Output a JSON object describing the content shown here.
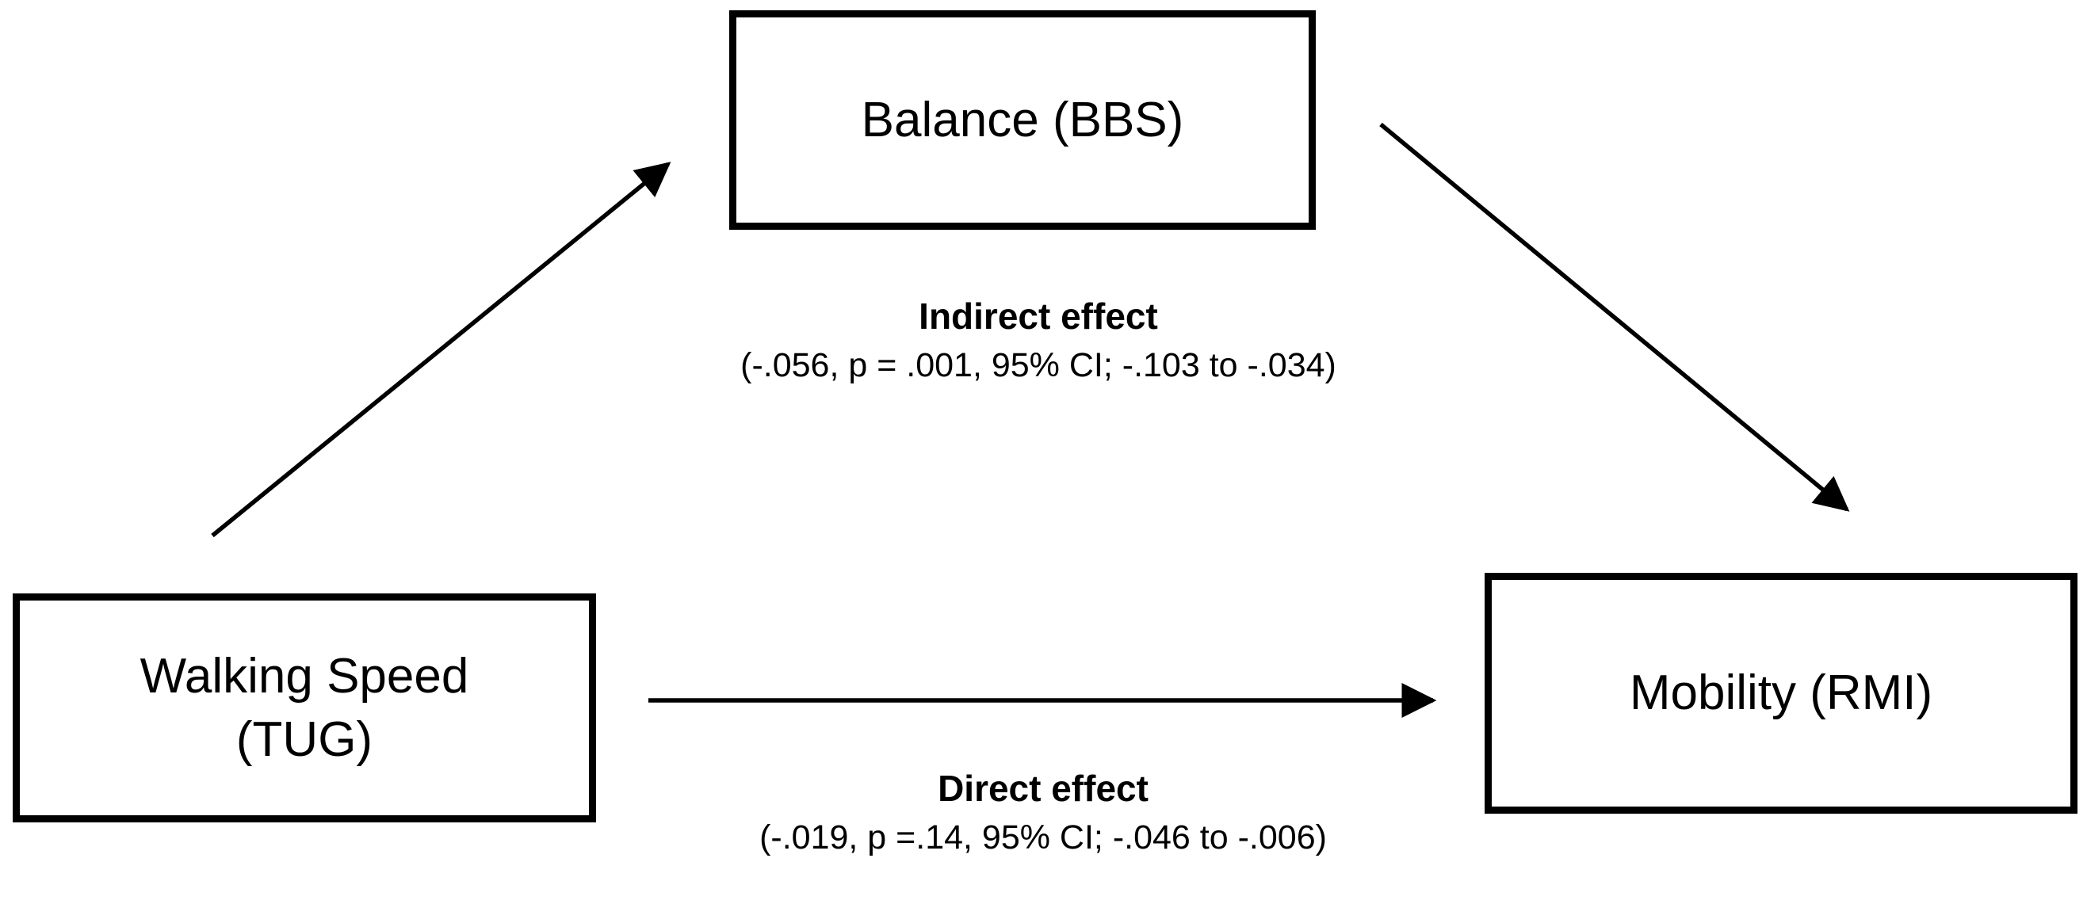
{
  "diagram": {
    "nodes": {
      "predictor": {
        "label_line1": "Walking Speed",
        "label_line2": "(TUG)"
      },
      "mediator": {
        "label": "Balance (BBS)"
      },
      "outcome": {
        "label": "Mobility (RMI)"
      }
    },
    "effects": {
      "indirect": {
        "title": "Indirect effect",
        "detail": "(-.056, p = .001, 95% CI; -.103 to -.034)"
      },
      "direct": {
        "title": "Direct effect",
        "detail": "(-.019, p =.14, 95% CI; -.046 to -.006)"
      }
    },
    "colors": {
      "line": "#000000",
      "background": "#ffffff",
      "text": "#000000"
    }
  }
}
